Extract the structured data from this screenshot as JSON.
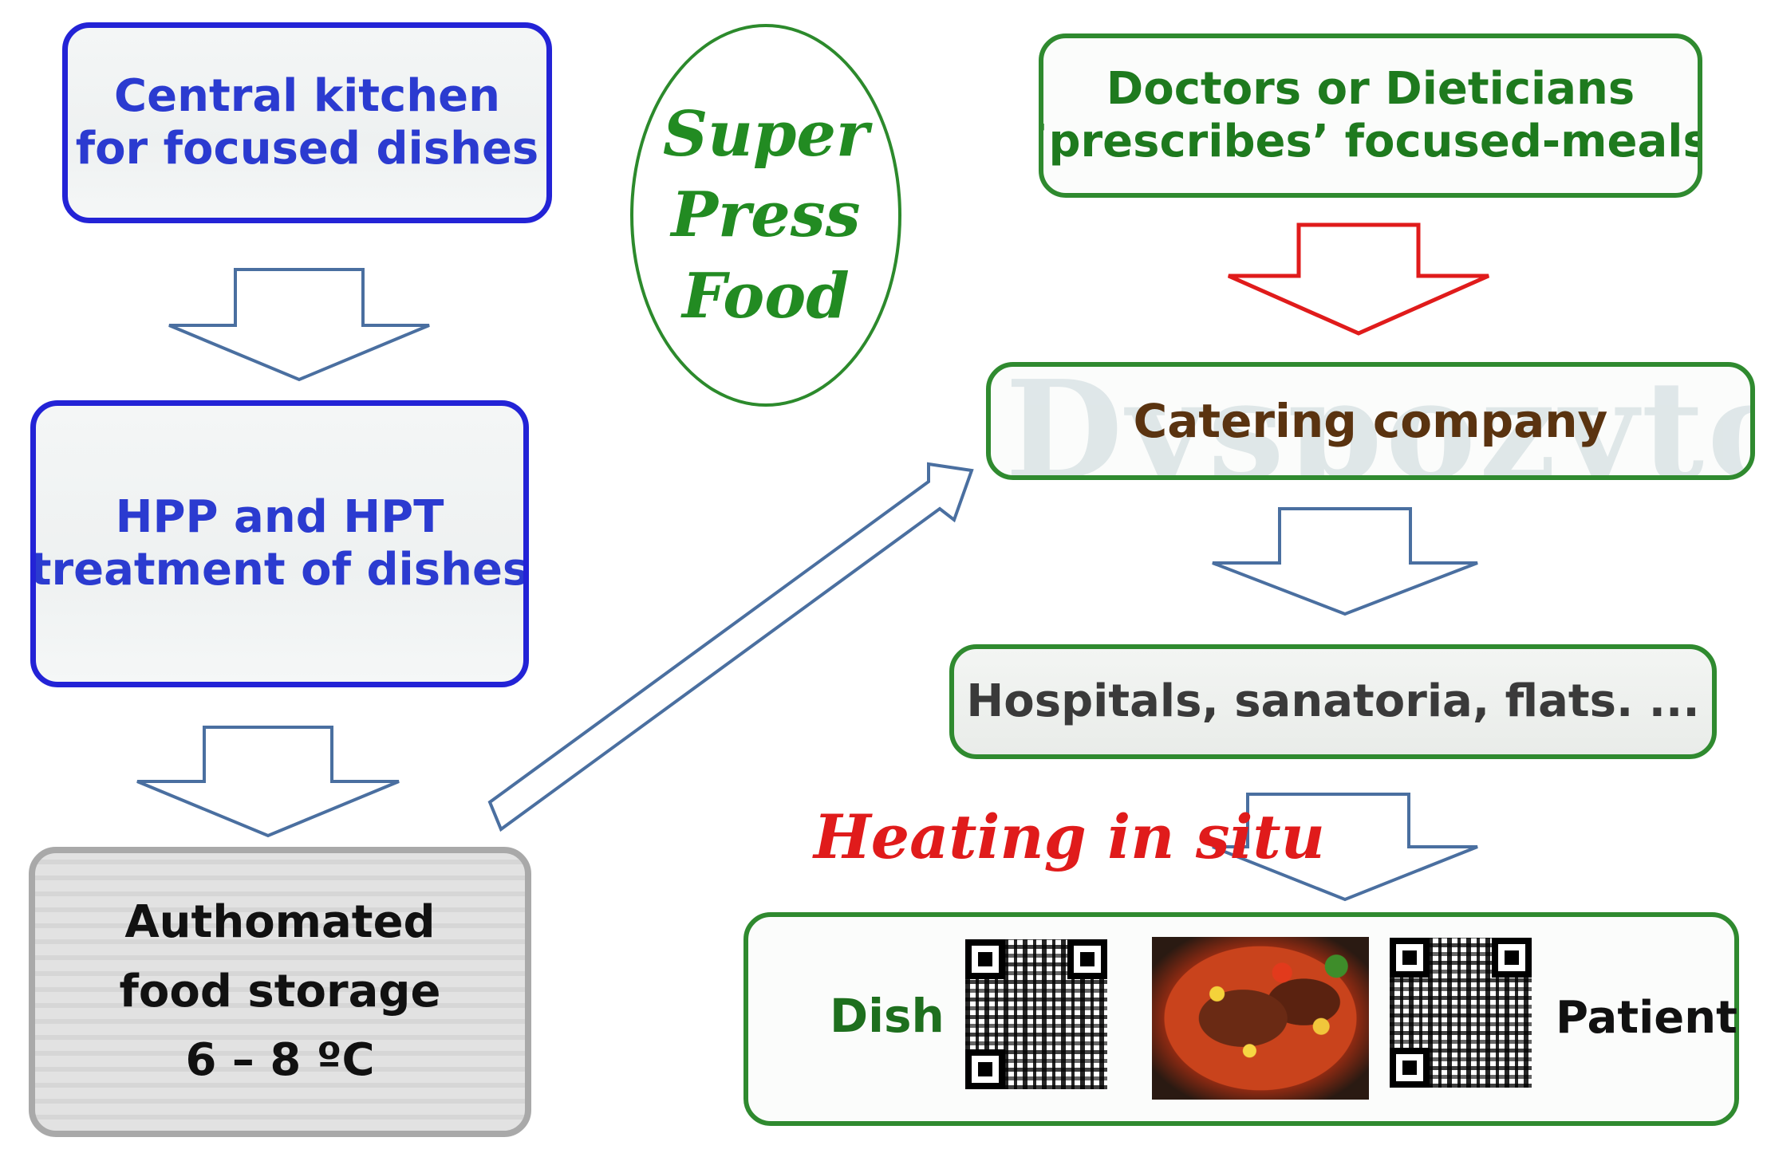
{
  "central_kitchen": {
    "line1": "Central kitchen",
    "line2": "for focused dishes"
  },
  "hpp": {
    "line1": "HPP and HPT",
    "line2": "treatment  of dishes"
  },
  "storage": {
    "line1": "Authomated",
    "line2": "food storage",
    "line3": "6 – 8 ºC"
  },
  "super_press_food": {
    "line1": "Super",
    "line2": "Press",
    "line3": "Food"
  },
  "doctors": {
    "line1": "Doctors or Dieticians",
    "line2": "’prescribes’ focused-meals"
  },
  "catering": {
    "label": "Catering company",
    "watermark": "Dyspozytor"
  },
  "hospitals": {
    "label": "Hospitals, sanatoria, flats. ..."
  },
  "heating": {
    "label": "Heating in situ"
  },
  "final": {
    "dish": "Dish",
    "patient": "Patient"
  },
  "colors": {
    "blue_border": "#2323d6",
    "blue_text": "#2b3bd0",
    "green_border": "#2f8a2f",
    "green_text": "#1e7a1e",
    "red": "#e01b1b",
    "arrow_outline": "#4a6fa0",
    "brown_text": "#5a3310",
    "gray_border": "#a9a9a9"
  },
  "icons": [
    "qr-code-icon",
    "qr-code-icon",
    "dish-photo"
  ]
}
